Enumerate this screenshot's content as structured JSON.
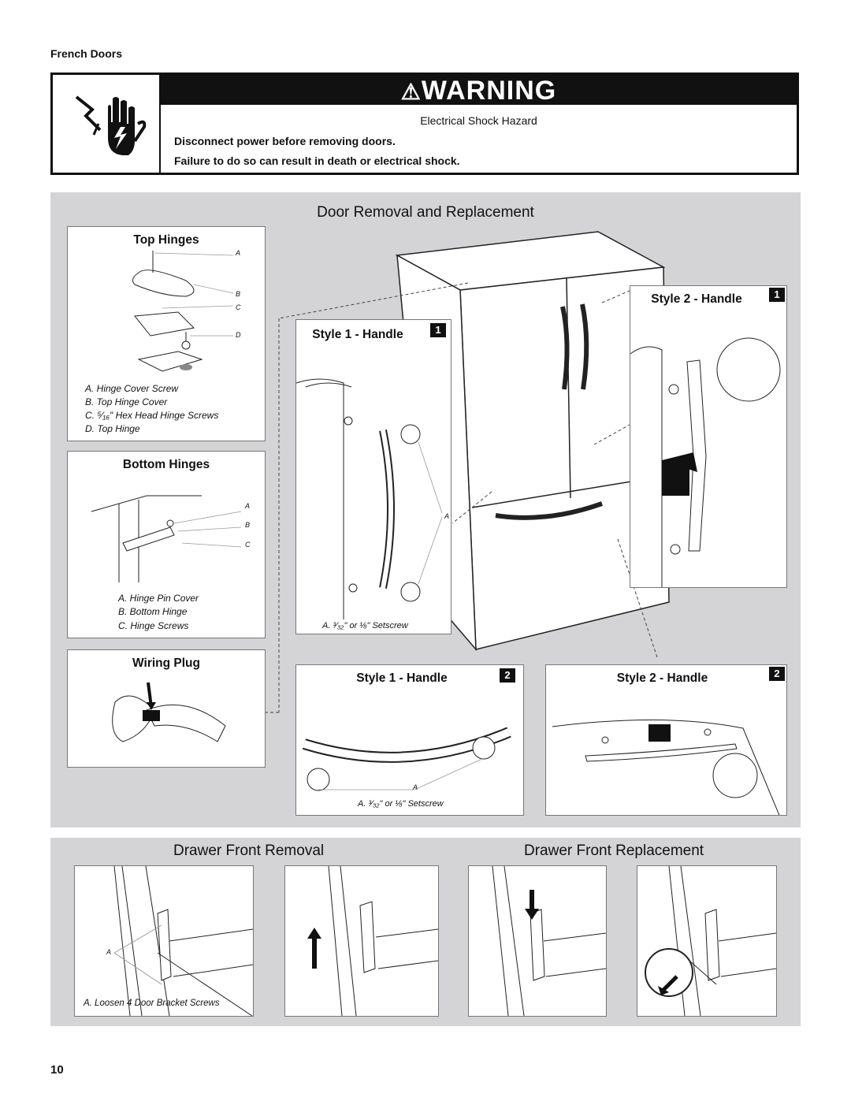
{
  "section_label": "French Doors",
  "warning": {
    "title": "WARNING",
    "subtitle": "Electrical Shock Hazard",
    "line1": "Disconnect power before removing doors.",
    "line2": "Failure to do so can result in death or electrical shock."
  },
  "door_removal": {
    "title": "Door Removal and Replacement",
    "top_hinges": {
      "title": "Top Hinges",
      "letters": [
        "A",
        "B",
        "C",
        "D"
      ],
      "captions": [
        "A. Hinge Cover Screw",
        "B. Top Hinge Cover",
        "C. ⁵⁄₁₆\" Hex Head Hinge Screws",
        "D. Top Hinge"
      ]
    },
    "bottom_hinges": {
      "title": "Bottom Hinges",
      "letters": [
        "A",
        "B",
        "C"
      ],
      "captions": [
        "A. Hinge Pin Cover",
        "B. Bottom Hinge",
        "C. Hinge Screws"
      ]
    },
    "wiring_plug": {
      "title": "Wiring Plug"
    },
    "style1_handle_1": {
      "title": "Style 1 - Handle",
      "step": "1",
      "letter": "A",
      "caption": "A. ³⁄₃₂\" or ⅛\" Setscrew"
    },
    "style2_handle_1": {
      "title": "Style 2 - Handle",
      "step": "1"
    },
    "style1_handle_2": {
      "title": "Style 1 - Handle",
      "step": "2",
      "letter": "A",
      "caption": "A. ³⁄₃₂\" or ⅛\" Setscrew"
    },
    "style2_handle_2": {
      "title": "Style 2 - Handle",
      "step": "2"
    }
  },
  "drawer": {
    "removal_title": "Drawer Front Removal",
    "replacement_title": "Drawer Front Replacement",
    "letter": "A",
    "caption": "A. Loosen 4 Door Bracket Screws"
  },
  "page_number": "10"
}
